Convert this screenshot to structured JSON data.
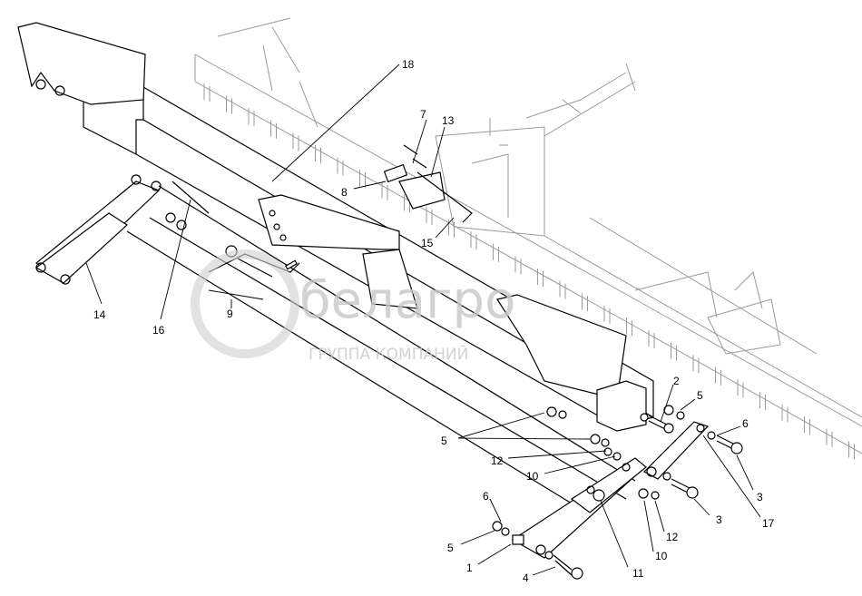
{
  "title": "Exploded parts diagram – frame assembly",
  "watermark": {
    "brand": "белагро",
    "subtitle": "ГРУППА КОМПАНИЙ"
  },
  "callouts": [
    "18",
    "7",
    "13",
    "8",
    "15",
    "14",
    "16",
    "9",
    "2",
    "5",
    "6",
    "3",
    "17",
    "5",
    "12",
    "10",
    "3",
    "6",
    "5",
    "1",
    "4",
    "11",
    "10",
    "12"
  ]
}
